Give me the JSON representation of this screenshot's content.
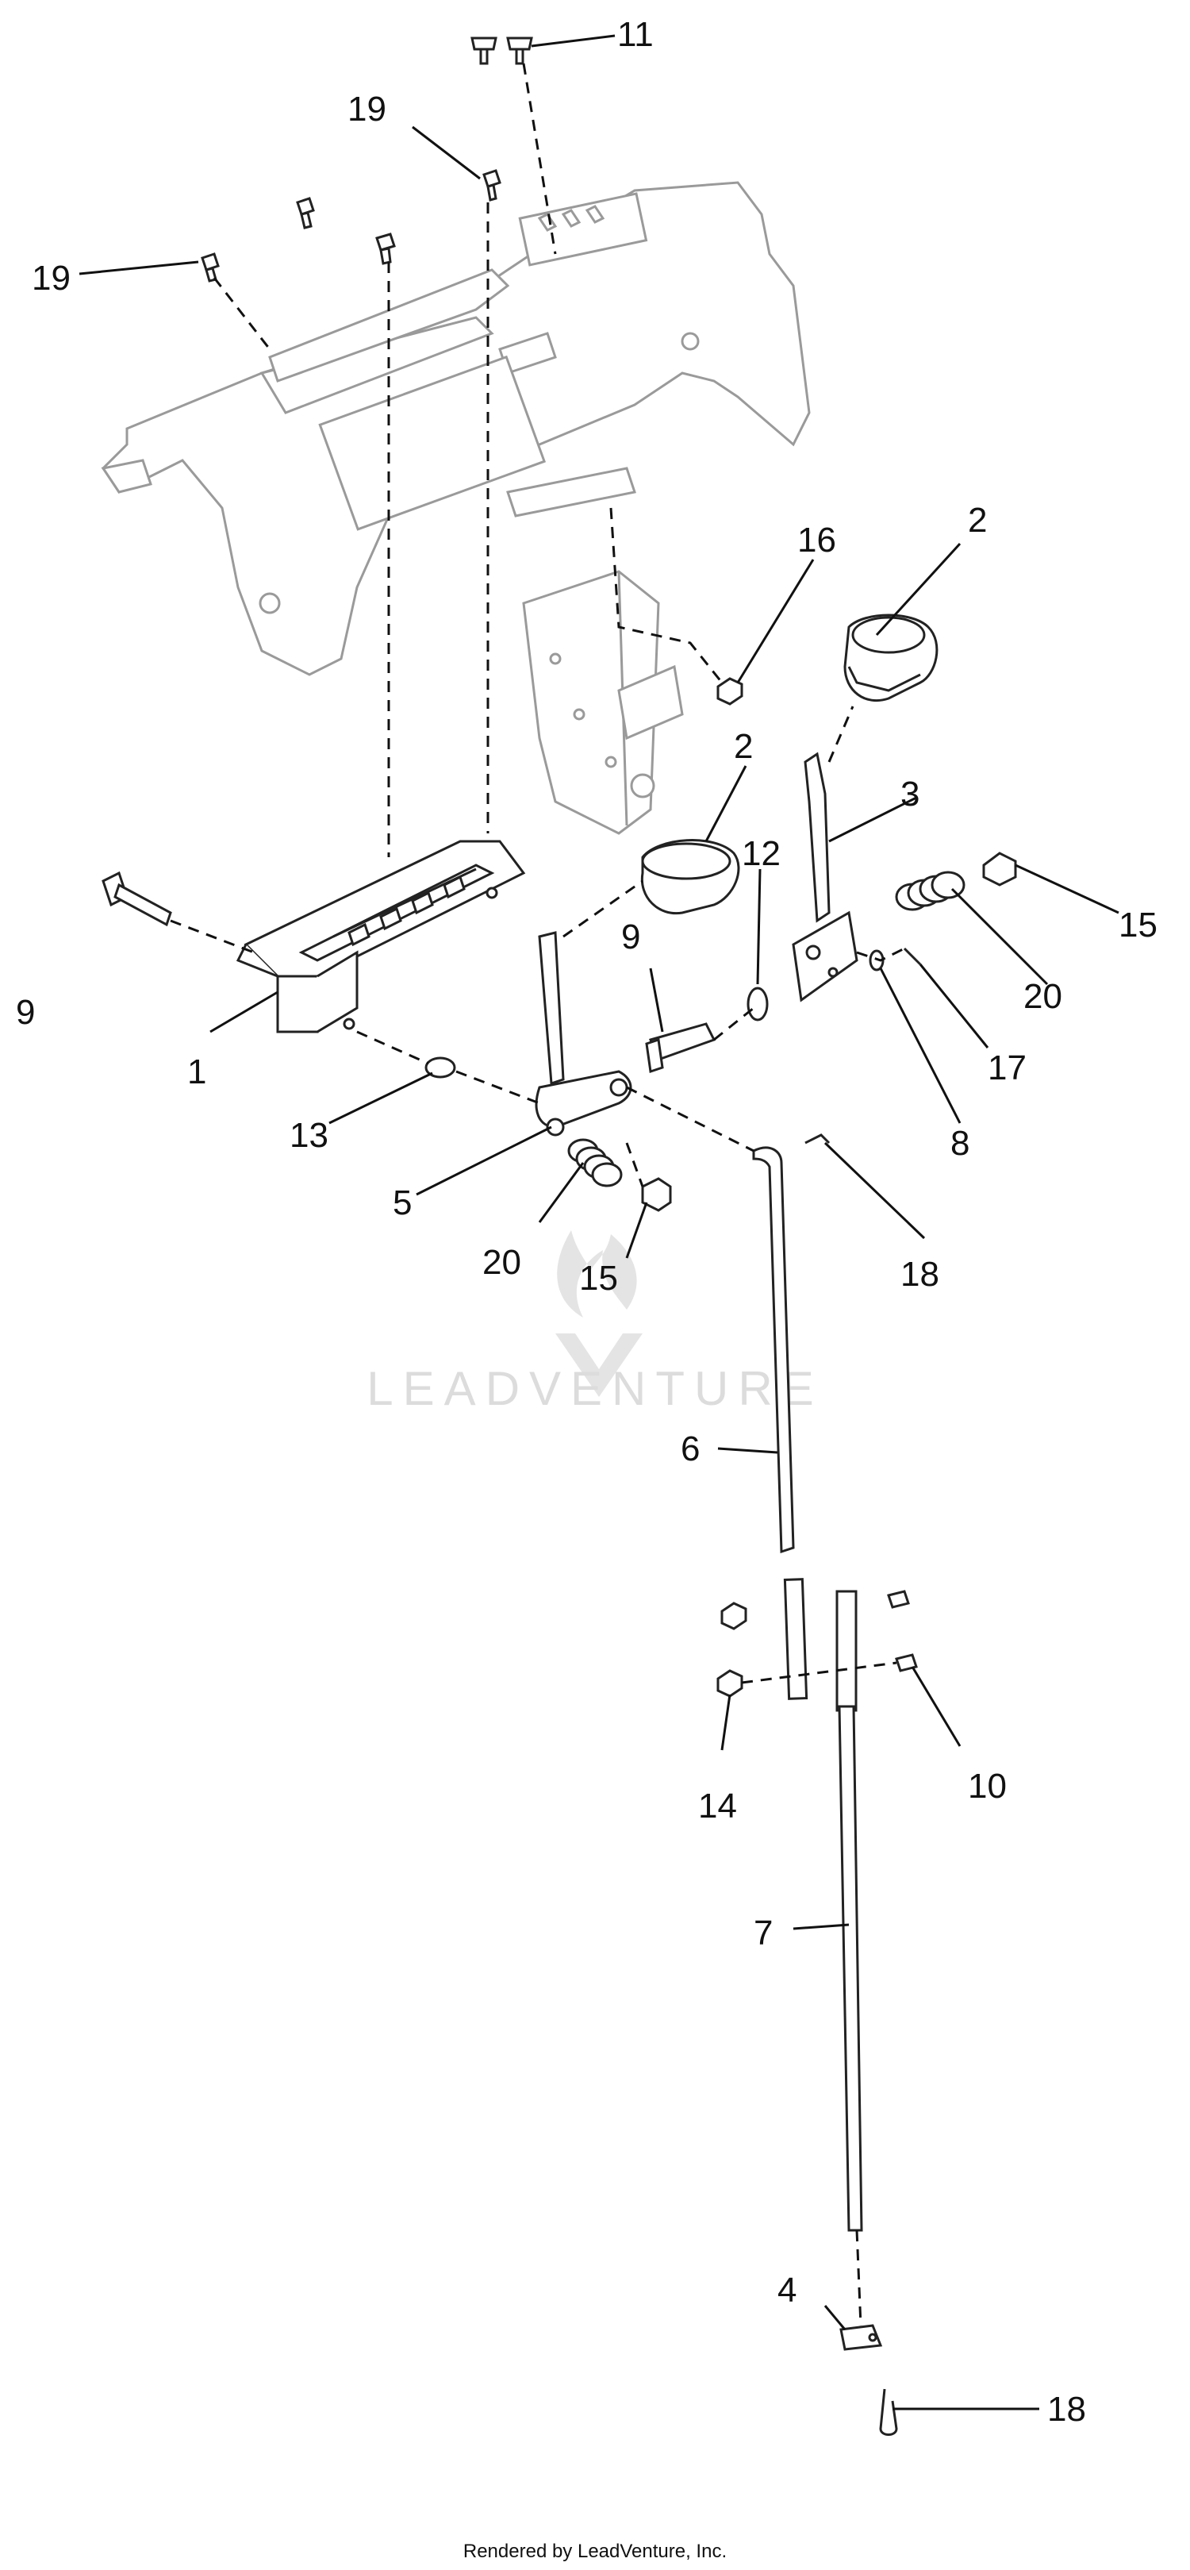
{
  "watermark": {
    "text": "LEADVENTURE"
  },
  "footer": {
    "text": "Rendered by LeadVenture, Inc."
  },
  "callouts": [
    {
      "id": "c11a",
      "label": "11"
    },
    {
      "id": "c19a",
      "label": "19"
    },
    {
      "id": "c19b",
      "label": "19"
    },
    {
      "id": "c16",
      "label": "16"
    },
    {
      "id": "c2a",
      "label": "2"
    },
    {
      "id": "c2b",
      "label": "2"
    },
    {
      "id": "c3",
      "label": "3"
    },
    {
      "id": "c12",
      "label": "12"
    },
    {
      "id": "c9a",
      "label": "9"
    },
    {
      "id": "c9b",
      "label": "9"
    },
    {
      "id": "c15a",
      "label": "15"
    },
    {
      "id": "c20a",
      "label": "20"
    },
    {
      "id": "c17",
      "label": "17"
    },
    {
      "id": "c8",
      "label": "8"
    },
    {
      "id": "c1",
      "label": "1"
    },
    {
      "id": "c13",
      "label": "13"
    },
    {
      "id": "c5",
      "label": "5"
    },
    {
      "id": "c20b",
      "label": "20"
    },
    {
      "id": "c15b",
      "label": "15"
    },
    {
      "id": "c18a",
      "label": "18"
    },
    {
      "id": "c6",
      "label": "6"
    },
    {
      "id": "c14",
      "label": "14"
    },
    {
      "id": "c10",
      "label": "10"
    },
    {
      "id": "c7",
      "label": "7"
    },
    {
      "id": "c4",
      "label": "4"
    },
    {
      "id": "c18b",
      "label": "18"
    }
  ]
}
